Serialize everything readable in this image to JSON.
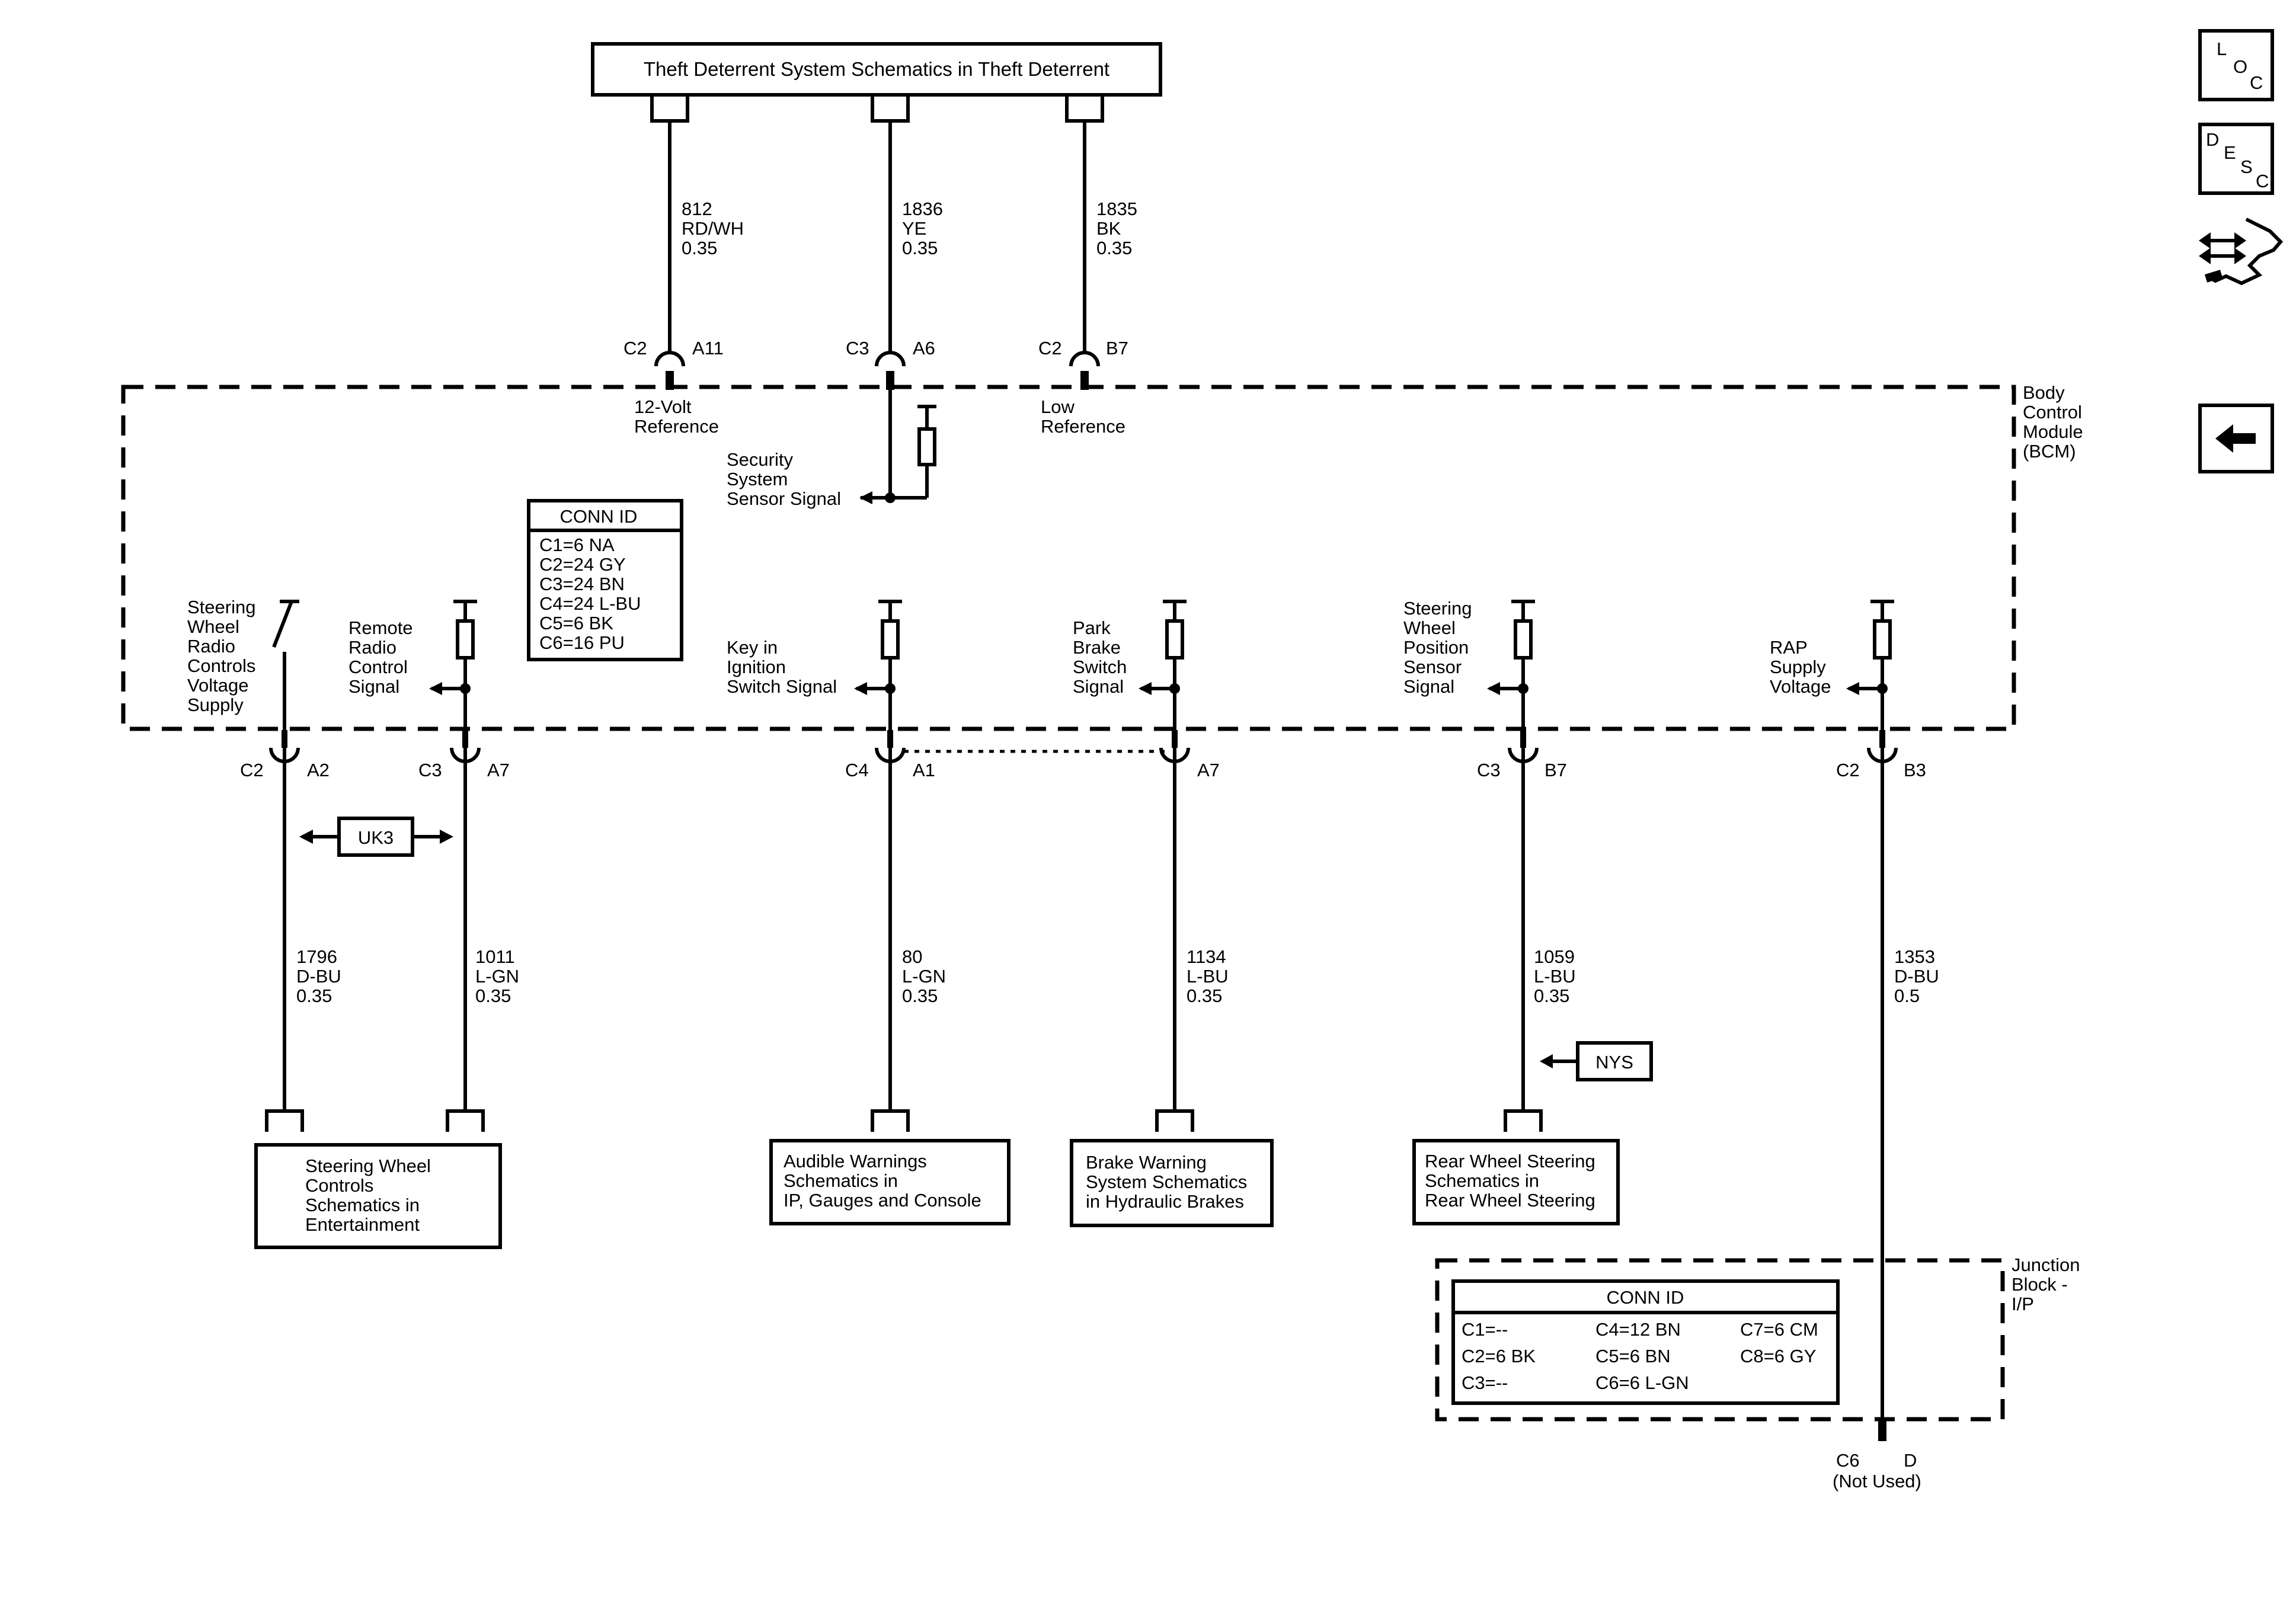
{
  "top_box": "Theft Deterrent System Schematics in Theft Deterrent",
  "module": {
    "line1": "Body",
    "line2": "Control",
    "line3": "Module",
    "line4": "(BCM)"
  },
  "top_wires": [
    {
      "circuit": "812",
      "color": "RD/WH",
      "gauge": "0.35",
      "conn": "C2",
      "pin": "A11",
      "label1": "12-Volt",
      "label2": "Reference"
    },
    {
      "circuit": "1836",
      "color": "YE",
      "gauge": "0.35",
      "conn": "C3",
      "pin": "A6",
      "label1": "Security",
      "label2": "System",
      "label3": "Sensor Signal"
    },
    {
      "circuit": "1835",
      "color": "BK",
      "gauge": "0.35",
      "conn": "C2",
      "pin": "B7",
      "label1": "Low",
      "label2": "Reference"
    }
  ],
  "bcm_conn_id": {
    "title": "CONN ID",
    "rows": [
      "C1=6 NA",
      "C2=24 GY",
      "C3=24 BN",
      "C4=24 L-BU",
      "C5=6 BK",
      "C6=16 PU"
    ]
  },
  "bottom_wires": [
    {
      "circuit": "1796",
      "color": "D-BU",
      "gauge": "0.35",
      "conn": "C2",
      "pin": "A2",
      "label": [
        "Steering",
        "Wheel",
        "Radio",
        "Controls",
        "Voltage",
        "Supply"
      ]
    },
    {
      "circuit": "1011",
      "color": "L-GN",
      "gauge": "0.35",
      "conn": "C3",
      "pin": "A7",
      "label": [
        "Remote",
        "Radio",
        "Control",
        "Signal"
      ]
    },
    {
      "circuit": "80",
      "color": "L-GN",
      "gauge": "0.35",
      "conn": "C4",
      "pin": "A1",
      "label": [
        "Key in",
        "Ignition",
        "Switch Signal"
      ]
    },
    {
      "circuit": "1134",
      "color": "L-BU",
      "gauge": "0.35",
      "conn": "",
      "pin": "A7",
      "label": [
        "Park",
        "Brake",
        "Switch",
        "Signal"
      ]
    },
    {
      "circuit": "1059",
      "color": "L-BU",
      "gauge": "0.35",
      "conn": "C3",
      "pin": "B7",
      "label": [
        "Steering",
        "Wheel",
        "Position",
        "Sensor",
        "Signal"
      ]
    },
    {
      "circuit": "1353",
      "color": "D-BU",
      "gauge": "0.5",
      "conn": "C2",
      "pin": "B3",
      "label": [
        "RAP",
        "Supply",
        "Voltage"
      ]
    }
  ],
  "option_tags": {
    "uk3": "UK3",
    "nys": "NYS"
  },
  "destinations": {
    "steering": [
      "Steering Wheel",
      "Controls",
      "Schematics in",
      "Entertainment"
    ],
    "audible": [
      "Audible Warnings",
      "Schematics in",
      "IP, Gauges and Console"
    ],
    "brake": [
      "Brake Warning",
      "System Schematics",
      "in Hydraulic Brakes"
    ],
    "rear": [
      "Rear Wheel Steering",
      "Schematics in",
      "Rear Wheel Steering"
    ]
  },
  "junction": {
    "name": [
      "Junction",
      "Block -",
      "I/P"
    ],
    "title": "CONN ID",
    "col1": [
      "C1=--",
      "C2=6 BK",
      "C3=--"
    ],
    "col2": [
      "C4=12 BN",
      "C5=6 BN",
      "C6=6 L-GN"
    ],
    "col3": [
      "C7=6 CM",
      "C8=6 GY"
    ],
    "end_conn": "C6",
    "end_pin": "D",
    "end_note": "(Not Used)"
  },
  "nav": {
    "loc": [
      "L",
      "O",
      "C"
    ],
    "desc": [
      "D",
      "E",
      "S",
      "C"
    ]
  }
}
